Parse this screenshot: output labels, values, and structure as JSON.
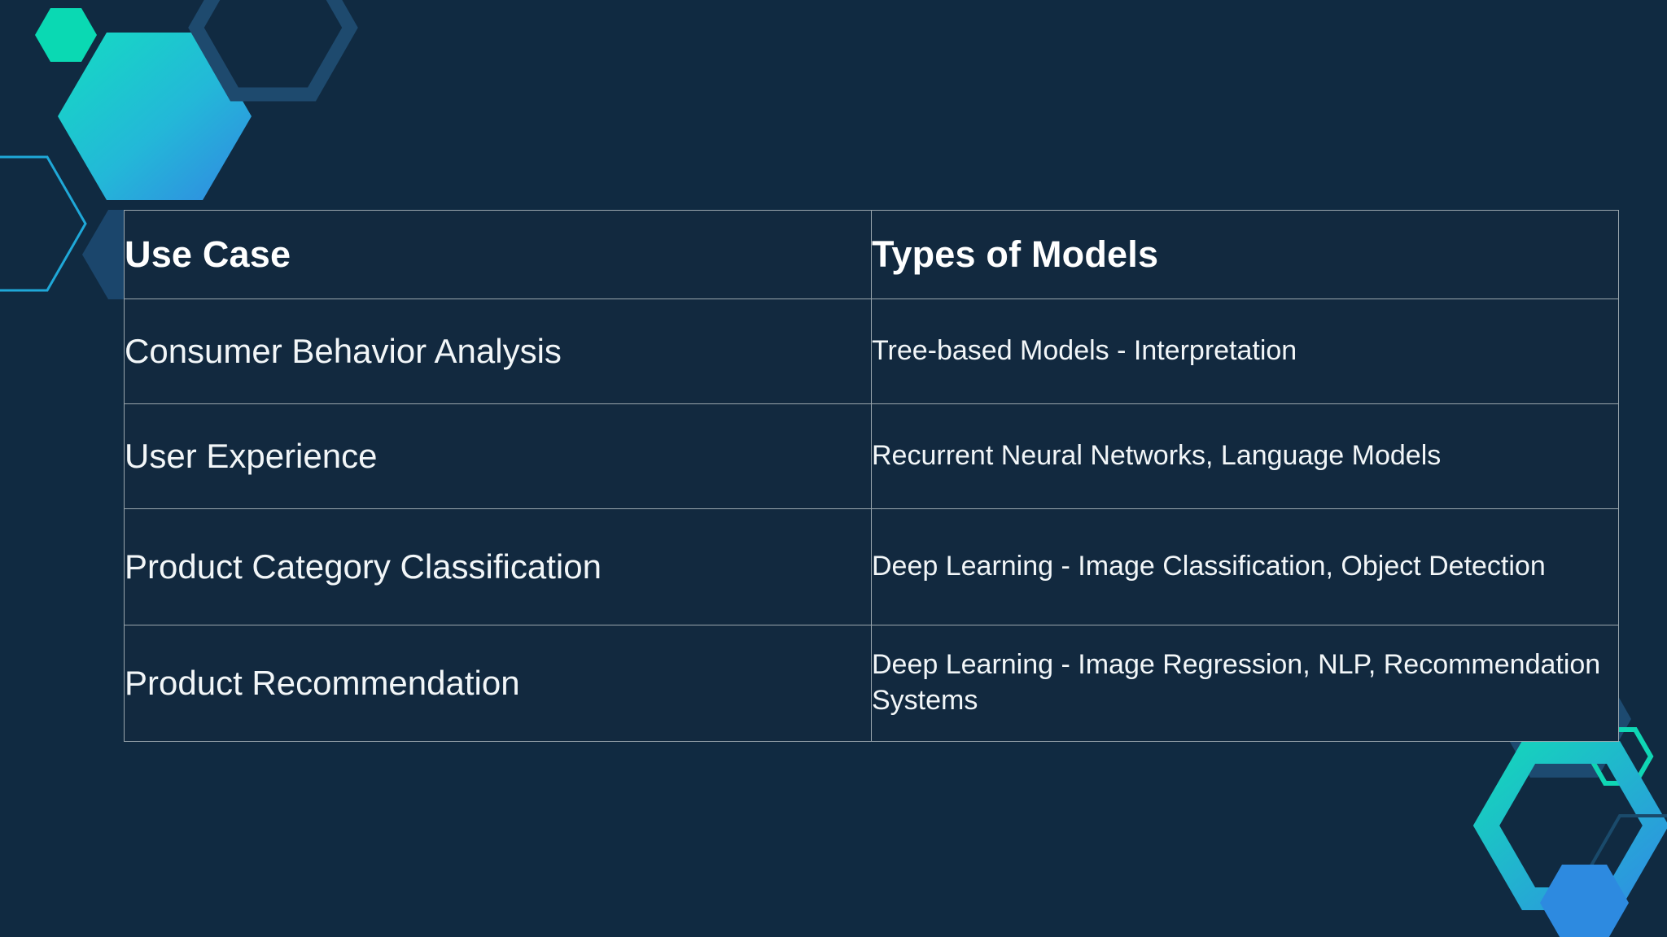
{
  "slide": {
    "background_color": "#102a41",
    "title": ""
  },
  "decor": {
    "hex_small_teal_color": "#0ad9b3",
    "hex_big_gradient_from": "#13d9c0",
    "hex_big_gradient_to": "#2f86e0",
    "hex_outline_steel_color": "#1e4a6e",
    "hex_outline_cyan_color": "#1fa8d8",
    "hex_solid_steel_color": "#1c4970",
    "hex_bottom_ring_from": "#14d6bb",
    "hex_bottom_ring_to": "#2f8fe3",
    "hex_bottom_small_teal_color": "#0fd6b4",
    "hex_bottom_solid_blue_color": "#2d8ae0",
    "hex_bottom_faint_outline_color": "#1a4a6b",
    "items": [
      {
        "name": "hex-small-teal-top-left"
      },
      {
        "name": "hex-large-gradient-top-left"
      },
      {
        "name": "hex-outline-steel-top"
      },
      {
        "name": "hex-outline-cyan-left"
      },
      {
        "name": "hex-solid-steel-left"
      },
      {
        "name": "hex-solid-steel-bottom-right"
      },
      {
        "name": "hex-outline-teal-bottom-right"
      },
      {
        "name": "hex-ring-gradient-bottom-right"
      },
      {
        "name": "hex-solid-blue-bottom-right"
      },
      {
        "name": "hex-faint-outline-bottom-right"
      }
    ]
  },
  "table": {
    "border_color": "#9aa6ad",
    "cell_background": "#12293f",
    "header_text_color": "#ffffff",
    "body_text_color": "#f2f6f8",
    "headers": [
      "Use Case",
      "Types of Models"
    ],
    "rows": [
      {
        "use_case": "Consumer Behavior Analysis",
        "models": "Tree-based Models - Interpretation"
      },
      {
        "use_case": "User Experience",
        "models": "Recurrent Neural Networks, Language Models"
      },
      {
        "use_case": "Product Category Classification",
        "models": "Deep Learning - Image Classification, Object Detection"
      },
      {
        "use_case": "Product Recommendation",
        "models": "Deep Learning - Image Regression, NLP, Recommendation Systems"
      }
    ]
  }
}
